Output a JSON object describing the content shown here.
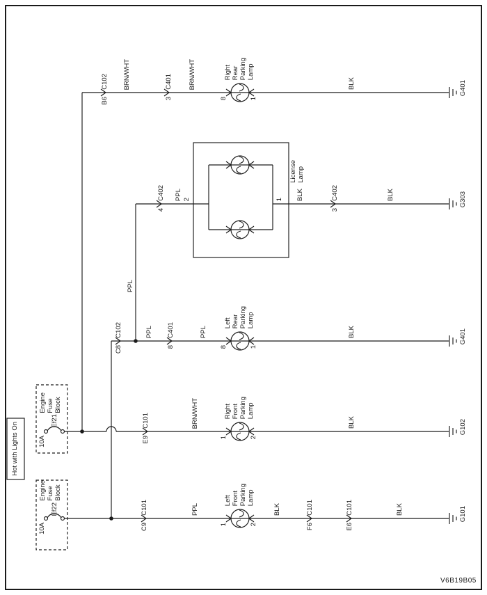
{
  "colors": {
    "ink": "#1a1a1a",
    "background": "#ffffff"
  },
  "figure_id": "V6B19B05",
  "source_label": "Hot with Lights On",
  "fuse_blocks": [
    {
      "block_name": "Engine\nFuse\nBlock",
      "fuse_id": "Ef21",
      "rating": "10A"
    },
    {
      "block_name": "Engine\nFuse\nBlock",
      "fuse_id": "Ef22",
      "rating": "10A"
    }
  ],
  "circuits": {
    "right_rear": {
      "conn1_pin": "B6",
      "conn1_id": "C102",
      "wire1": "BRN/WHT",
      "conn2_pin": "3",
      "conn2_id": "C401",
      "wire2": "BRN/WHT",
      "pin_in": "8",
      "lamp": "Right\nRear\nParking\nLamp",
      "pin_out": "1",
      "wire3": "BLK",
      "ground": "G401"
    },
    "license": {
      "feed_wire": "PPL",
      "conn1_pin": "4",
      "conn1_id": "C402",
      "wire1": "PPL",
      "pin_in": "2",
      "lamp": "License\nLamp",
      "pin_out": "1",
      "wire2": "BLK",
      "conn2_pin": "3",
      "conn2_id": "C402",
      "wire3": "BLK",
      "ground": "G303"
    },
    "left_rear": {
      "conn1_pin": "C8",
      "conn1_id": "C102",
      "wire1": "PPL",
      "conn2_pin": "8",
      "conn2_id": "C401",
      "wire2": "PPL",
      "pin_in": "8",
      "lamp": "Left\nRear\nParking\nLamp",
      "pin_out": "1",
      "wire3": "BLK",
      "ground": "G401"
    },
    "right_front": {
      "conn1_pin": "E9",
      "conn1_id": "C101",
      "wire1": "BRN/WHT",
      "pin_in": "1",
      "lamp": "Right\nFront\nParking\nLamp",
      "pin_out": "2",
      "wire2": "BLK",
      "ground": "G102"
    },
    "left_front": {
      "conn1_pin": "C9",
      "conn1_id": "C101",
      "wire1": "PPL",
      "pin_in": "1",
      "lamp": "Left\nFront\nParking\nLamp",
      "pin_out": "2",
      "wire2": "BLK",
      "conn2_pin": "F6",
      "conn2_id": "C101",
      "conn3_pin": "E6",
      "conn3_id": "C101",
      "wire3": "BLK",
      "ground": "G101"
    }
  }
}
